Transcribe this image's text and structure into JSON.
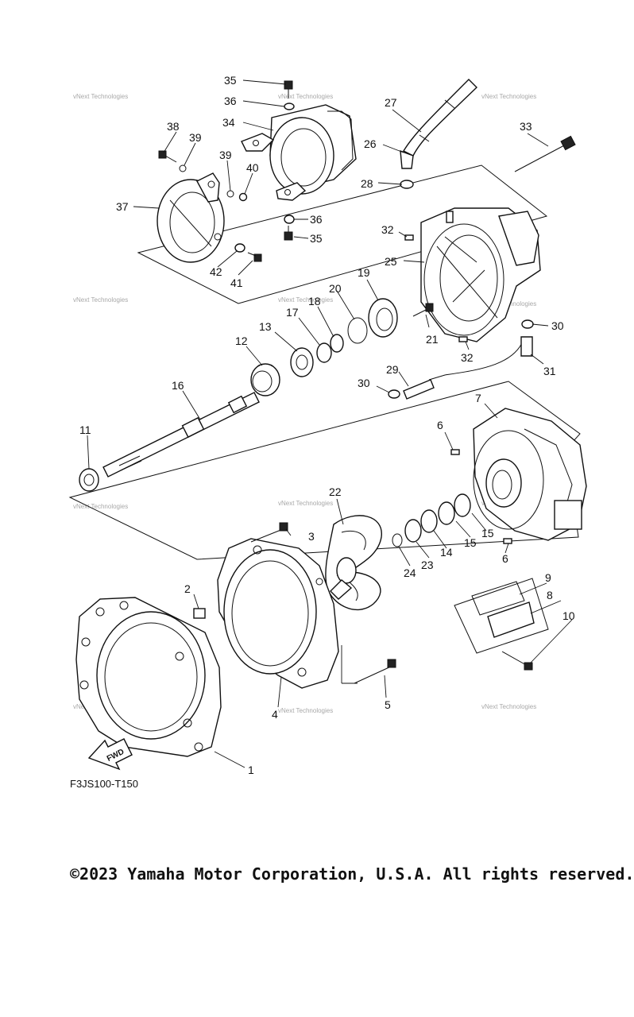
{
  "diagram": {
    "callouts": [
      "1",
      "2",
      "3",
      "4",
      "5",
      "6",
      "6",
      "7",
      "8",
      "9",
      "10",
      "11",
      "12",
      "13",
      "14",
      "15",
      "15",
      "16",
      "17",
      "18",
      "19",
      "20",
      "21",
      "22",
      "23",
      "24",
      "25",
      "26",
      "27",
      "28",
      "29",
      "30",
      "30",
      "31",
      "32",
      "32",
      "33",
      "34",
      "35",
      "35",
      "36",
      "36",
      "37",
      "38",
      "39",
      "39",
      "40",
      "41",
      "42"
    ],
    "fwd_label": "FWD",
    "figure_code": "F3JS100-T150",
    "watermark": "vNext Technologies"
  },
  "footer": {
    "copyright": "©2023 Yamaha Motor Corporation, U.S.A. All rights reserved."
  }
}
